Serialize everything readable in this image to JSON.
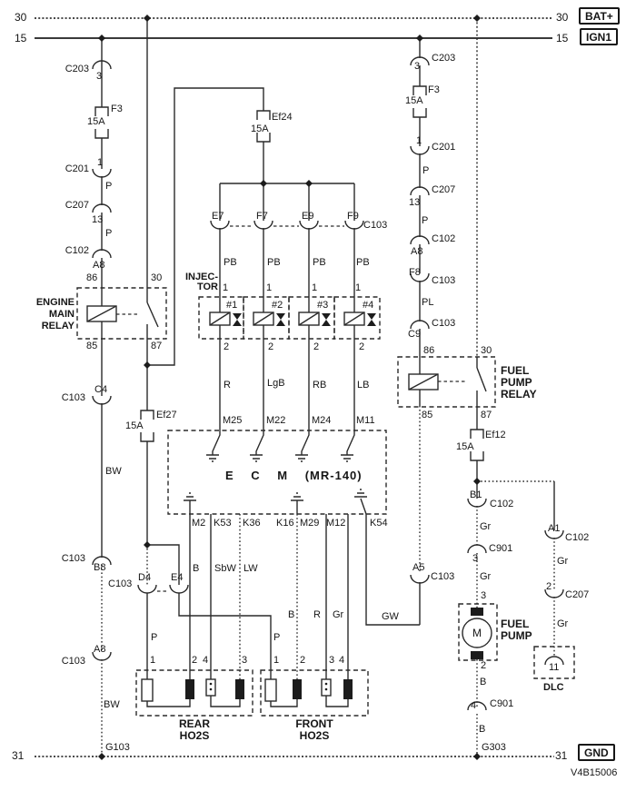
{
  "rails": {
    "bat_left": "30",
    "bat_right": "30",
    "ign_left": "15",
    "ign_right": "15",
    "gnd_left": "31",
    "gnd_right": "31"
  },
  "tags": {
    "bat": "BAT+",
    "ign": "IGN1",
    "gnd": "GND"
  },
  "grounds": {
    "left": "G103",
    "right": "G303"
  },
  "meta": {
    "drawing_no": "V4B15006"
  },
  "lc": {
    "c203": "C203",
    "c203_pin": "3",
    "f3": "F3",
    "f3_amp": "15A",
    "c201": "C201",
    "c201_pin": "1",
    "p1": "P",
    "c207": "C207",
    "c207_pin": "13",
    "p2": "P",
    "c102": "C102",
    "c102_pin": "A8",
    "c103_c4": "C103",
    "c4": "C4",
    "bw1": "BW",
    "c103_b8": "C103",
    "b8": "B8",
    "c103_a8": "C103",
    "a8": "A8",
    "bw2": "BW"
  },
  "emr": {
    "n1": "ENGINE",
    "n2": "MAIN",
    "n3": "RELAY",
    "p86": "86",
    "p30": "30",
    "p85": "85",
    "p87": "87"
  },
  "fuses": {
    "ef24": "Ef24",
    "ef24_amp": "15A",
    "ef27": "Ef27",
    "ef27_amp": "15A",
    "ef12": "Ef12",
    "ef12_amp": "15A"
  },
  "inj": {
    "e7": "E7",
    "f7": "F7",
    "e9": "E9",
    "f9": "F9",
    "c103": "C103",
    "pb": "PB",
    "title1": "INJEC-",
    "title2": "TOR",
    "pin1": "1",
    "pin2": "2",
    "n1": "#1",
    "n2": "#2",
    "n3": "#3",
    "n4": "#4",
    "w1": "R",
    "w2": "LgB",
    "w3": "RB",
    "w4": "LB"
  },
  "ecm": {
    "name": "E C M (MR-140)",
    "m25": "M25",
    "m22": "M22",
    "m24": "M24",
    "m11": "M11",
    "m2": "M2",
    "k53": "K53",
    "k36": "K36",
    "k16": "K16",
    "m29": "M29",
    "m12": "M12",
    "k54": "K54"
  },
  "wires": {
    "b1": "B",
    "sbw": "SbW",
    "lw": "LW",
    "b2": "B",
    "r": "R",
    "gr": "Gr",
    "gw": "GW",
    "p3": "P",
    "p4": "P"
  },
  "c103de": {
    "label": "C103",
    "d4": "D4",
    "e4": "E4"
  },
  "ho2s": {
    "rear1": "REAR",
    "rear2": "HO2S",
    "front1": "FRONT",
    "front2": "HO2S",
    "r_p1": "1",
    "r_p2": "2",
    "r_p4": "4",
    "r_p3": "3",
    "f_p1": "1",
    "f_p2": "2",
    "f_p3": "3",
    "f_p4": "4"
  },
  "rc": {
    "c203": "C203",
    "c203_pin": "3",
    "f3": "F3",
    "f3_amp": "15A",
    "c201": "C201",
    "c201_pin": "1",
    "p1": "P",
    "c207": "C207",
    "c207_pin": "13",
    "p2": "P",
    "c102": "C102",
    "c102_pin": "A8",
    "f8": "F8",
    "c103_f8": "C103",
    "pl": "PL",
    "c9": "C9",
    "c103_c9": "C103"
  },
  "fpr": {
    "n1": "FUEL",
    "n2": "PUMP",
    "n3": "RELAY",
    "p86": "86",
    "p30": "30",
    "p85": "85",
    "p87": "87"
  },
  "pump": {
    "b1": "B1",
    "c102": "C102",
    "gr1": "Gr",
    "c901_3": "C901",
    "c901_3pin": "3",
    "gr2": "Gr",
    "pin3": "3",
    "motor": "M",
    "n1": "FUEL",
    "n2": "PUMP",
    "pin2": "2",
    "b_w1": "B",
    "c901_4": "C901",
    "c901_4pin": "4",
    "b_w2": "B"
  },
  "a5": {
    "pin": "A5",
    "c103": "C103"
  },
  "dlc": {
    "a1": "A1",
    "c102": "C102",
    "gr1": "Gr",
    "pin2": "2",
    "c207": "C207",
    "gr2": "Gr",
    "pin11": "11",
    "name": "DLC"
  }
}
